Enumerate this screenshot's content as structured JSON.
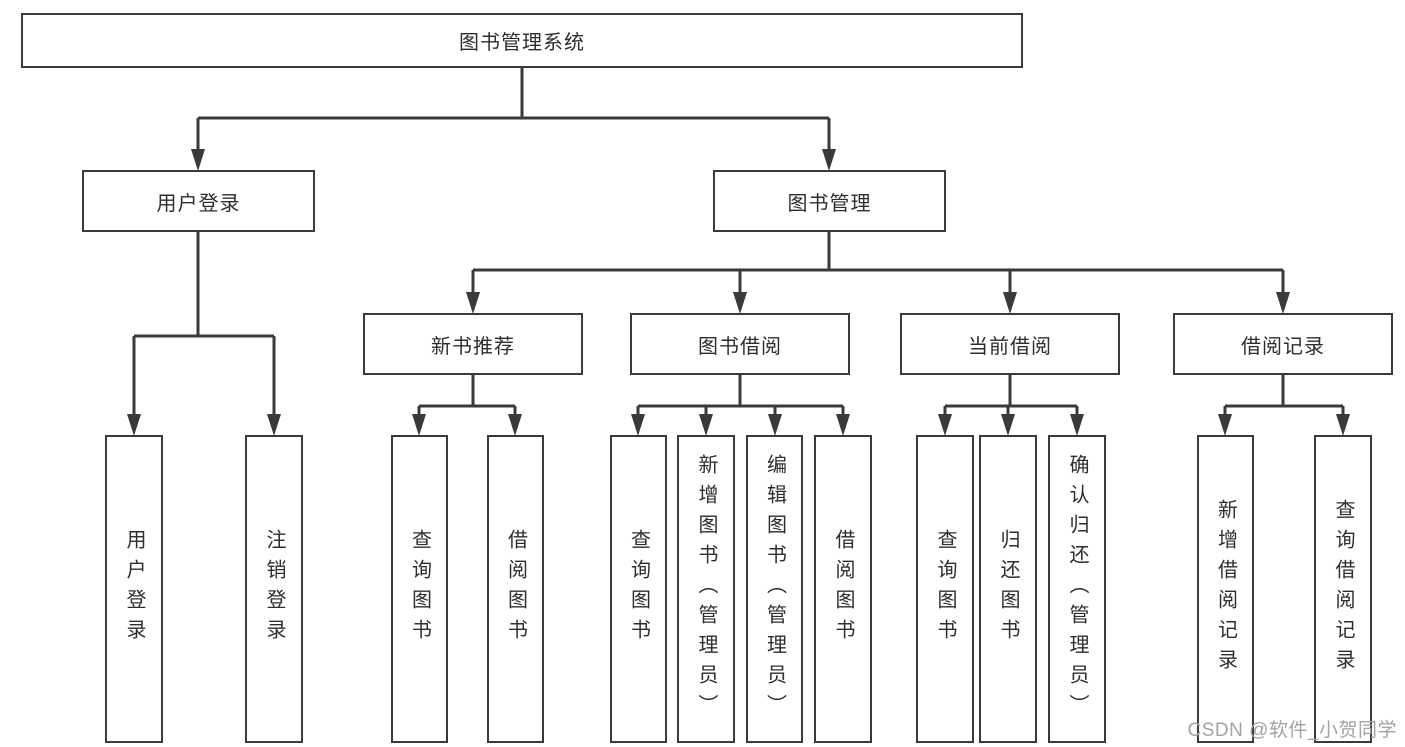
{
  "diagram": {
    "root": "图书管理系统",
    "level2": [
      "用户登录",
      "图书管理"
    ],
    "level3": [
      "新书推荐",
      "图书借阅",
      "当前借阅",
      "借阅记录"
    ],
    "leaves_user_login": [
      "用户登录",
      "注销登录"
    ],
    "leaves_new_book_reco": [
      "查询图书",
      "借阅图书"
    ],
    "leaves_book_borrow": [
      "查询图书",
      "新增图书（管理员）",
      "编辑图书（管理员）",
      "借阅图书"
    ],
    "leaves_current_borrow": [
      "查询图书",
      "归还图书",
      "确认归还（管理员）"
    ],
    "leaves_borrow_records": [
      "新增借阅记录",
      "查询借阅记录"
    ]
  },
  "watermark": "CSDN @软件_小贺同学",
  "colors": {
    "line": "#3a3a3a",
    "box_border": "#3a3a3a",
    "text": "#2e2e2e",
    "watermark": "#a3a3a3",
    "background": "#ffffff"
  }
}
